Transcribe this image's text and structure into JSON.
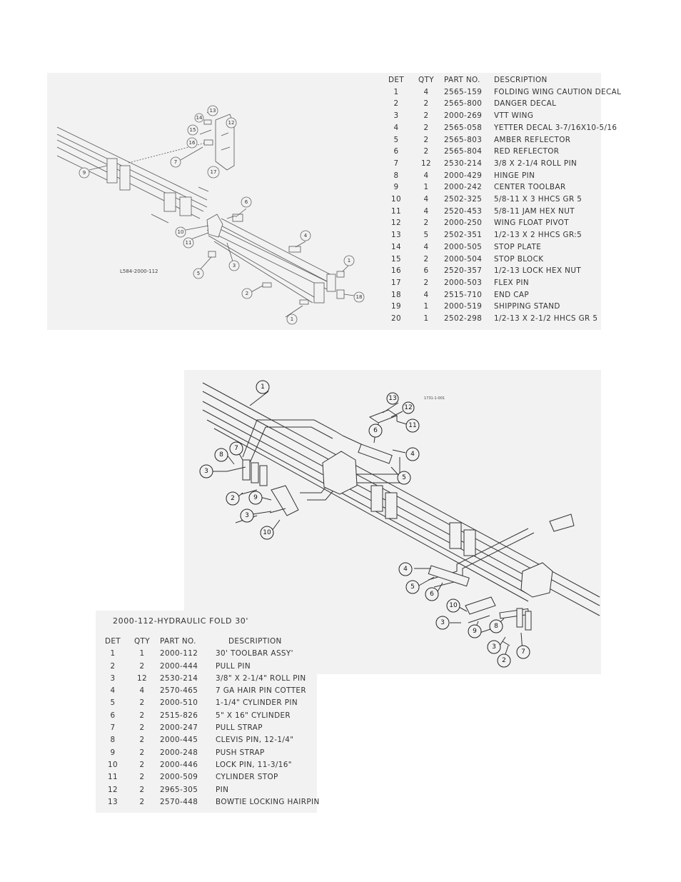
{
  "top_assembly": {
    "drawing_label": "L584-2000-112",
    "table_headers": {
      "det": "DET",
      "qty": "QTY",
      "part": "PART NO.",
      "desc": "DESCRIPTION"
    },
    "rows": [
      {
        "det": "1",
        "qty": "4",
        "part": "2565-159",
        "desc": "FOLDING WING CAUTION DECAL"
      },
      {
        "det": "2",
        "qty": "2",
        "part": "2565-800",
        "desc": "DANGER DECAL"
      },
      {
        "det": "3",
        "qty": "2",
        "part": "2000-269",
        "desc": "VTT WING"
      },
      {
        "det": "4",
        "qty": "2",
        "part": "2565-058",
        "desc": "YETTER DECAL 3-7/16X10-5/16"
      },
      {
        "det": "5",
        "qty": "2",
        "part": "2565-803",
        "desc": "AMBER REFLECTOR"
      },
      {
        "det": "6",
        "qty": "2",
        "part": "2565-804",
        "desc": "RED REFLECTOR"
      },
      {
        "det": "7",
        "qty": "12",
        "part": "2530-214",
        "desc": "3/8 X 2-1/4 ROLL PIN"
      },
      {
        "det": "8",
        "qty": "4",
        "part": "2000-429",
        "desc": "HINGE PIN"
      },
      {
        "det": "9",
        "qty": "1",
        "part": "2000-242",
        "desc": "CENTER TOOLBAR"
      },
      {
        "det": "10",
        "qty": "4",
        "part": "2502-325",
        "desc": "5/8-11 X 3 HHCS GR 5"
      },
      {
        "det": "11",
        "qty": "4",
        "part": "2520-453",
        "desc": "5/8-11 JAM HEX NUT"
      },
      {
        "det": "12",
        "qty": "2",
        "part": "2000-250",
        "desc": "WING FLOAT PIVOT"
      },
      {
        "det": "13",
        "qty": "5",
        "part": "2502-351",
        "desc": "1/2-13 X 2 HHCS GR:5"
      },
      {
        "det": "14",
        "qty": "4",
        "part": "2000-505",
        "desc": "STOP PLATE"
      },
      {
        "det": "15",
        "qty": "2",
        "part": "2000-504",
        "desc": "STOP BLOCK"
      },
      {
        "det": "16",
        "qty": "6",
        "part": "2520-357",
        "desc": "1/2-13 LOCK HEX NUT"
      },
      {
        "det": "17",
        "qty": "2",
        "part": "2000-503",
        "desc": "FLEX PIN"
      },
      {
        "det": "18",
        "qty": "4",
        "part": "2515-710",
        "desc": "END CAP"
      },
      {
        "det": "19",
        "qty": "1",
        "part": "2000-519",
        "desc": "SHIPPING STAND"
      },
      {
        "det": "20",
        "qty": "1",
        "part": "2502-298",
        "desc": "1/2-13 X 2-1/2 HHCS GR 5"
      }
    ],
    "callouts": [
      "1",
      "1",
      "2",
      "3",
      "4",
      "5",
      "6",
      "7",
      "9",
      "10",
      "11",
      "12",
      "13",
      "14",
      "15",
      "16",
      "17",
      "18"
    ]
  },
  "bottom_assembly": {
    "drawing_label": "1731-1-001",
    "title": "2000-112-HYDRAULIC FOLD 30'",
    "table_headers": {
      "det": "DET",
      "qty": "QTY",
      "part": "PART NO.",
      "desc": "DESCRIPTION"
    },
    "rows": [
      {
        "det": "1",
        "qty": "1",
        "part": "2000-112",
        "desc": "30' TOOLBAR ASSY'"
      },
      {
        "det": "2",
        "qty": "2",
        "part": "2000-444",
        "desc": "PULL PIN"
      },
      {
        "det": "3",
        "qty": "12",
        "part": "2530-214",
        "desc": "3/8\" X 2-1/4\" ROLL PIN"
      },
      {
        "det": "4",
        "qty": "4",
        "part": "2570-465",
        "desc": "7 GA HAIR PIN COTTER"
      },
      {
        "det": "5",
        "qty": "2",
        "part": "2000-510",
        "desc": "1-1/4\" CYLINDER PIN"
      },
      {
        "det": "6",
        "qty": "2",
        "part": "2515-826",
        "desc": "5\" X 16\" CYLINDER"
      },
      {
        "det": "7",
        "qty": "2",
        "part": "2000-247",
        "desc": "PULL STRAP"
      },
      {
        "det": "8",
        "qty": "2",
        "part": "2000-445",
        "desc": "CLEVIS PIN, 12-1/4\""
      },
      {
        "det": "9",
        "qty": "2",
        "part": "2000-248",
        "desc": "PUSH STRAP"
      },
      {
        "det": "10",
        "qty": "2",
        "part": "2000-446",
        "desc": "LOCK PIN, 11-3/16\""
      },
      {
        "det": "11",
        "qty": "2",
        "part": "2000-509",
        "desc": "CYLINDER STOP"
      },
      {
        "det": "12",
        "qty": "2",
        "part": "2965-305",
        "desc": "PIN"
      },
      {
        "det": "13",
        "qty": "2",
        "part": "2570-448",
        "desc": "BOWTIE LOCKING HAIRPIN"
      }
    ],
    "callouts": [
      "1",
      "2",
      "2",
      "3",
      "3",
      "3",
      "3",
      "4",
      "4",
      "5",
      "5",
      "6",
      "6",
      "7",
      "7",
      "8",
      "8",
      "9",
      "9",
      "10",
      "10",
      "11",
      "12",
      "13"
    ]
  }
}
